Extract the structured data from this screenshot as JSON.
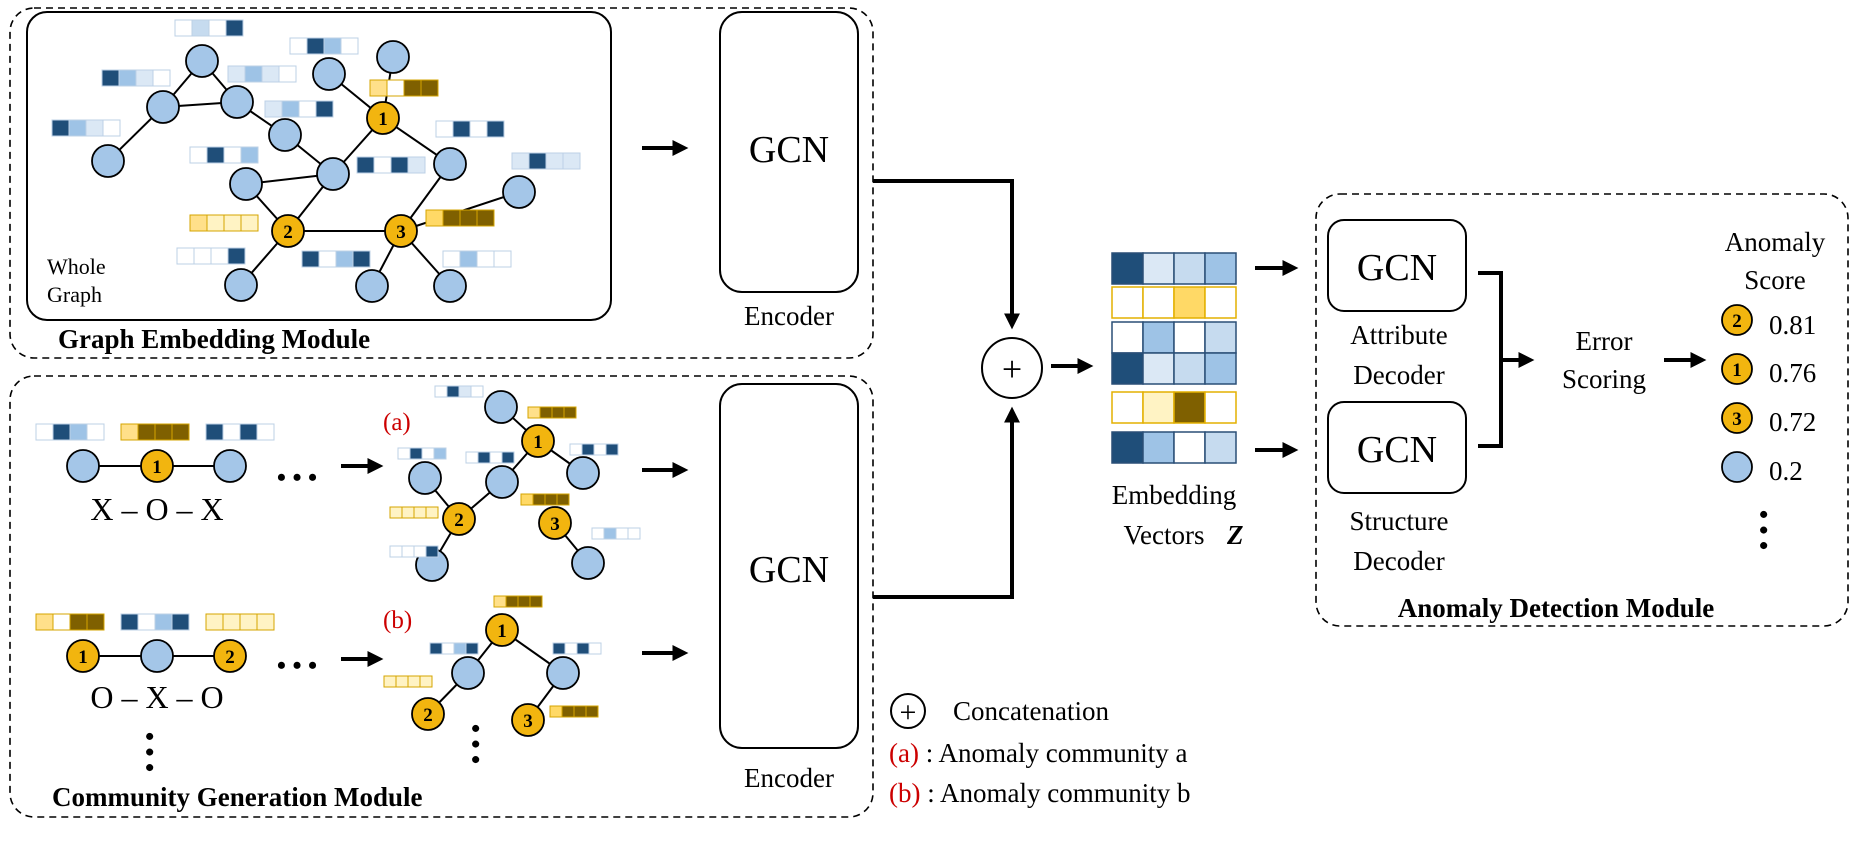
{
  "graph_module": {
    "title": "Graph Embedding Module",
    "whole_graph_line1": "Whole",
    "whole_graph_line2": "Graph"
  },
  "community_module": {
    "title": "Community Generation Module",
    "pattern_a": "X – O – X",
    "pattern_b": "O – X – O",
    "label_a": "(a)",
    "label_b": "(b)"
  },
  "encoder": {
    "gcn_label": "GCN",
    "caption": "Encoder"
  },
  "embedding": {
    "line1": "Embedding",
    "line2": "Vectors",
    "symbol": "Z"
  },
  "anomaly_module": {
    "title": "Anomaly Detection Module",
    "gcn_label": "GCN",
    "attr_line1": "Attribute",
    "attr_line2": "Decoder",
    "struct_line1": "Structure",
    "struct_line2": "Decoder",
    "error_line1": "Error",
    "error_line2": "Scoring",
    "score_line1": "Anomaly",
    "score_line2": "Score",
    "scores": [
      {
        "node": "2",
        "value": "0.81"
      },
      {
        "node": "1",
        "value": "0.76"
      },
      {
        "node": "3",
        "value": "0.72"
      },
      {
        "node": "",
        "value": "0.2"
      }
    ]
  },
  "legend": {
    "concat_symbol": "+",
    "concat": "Concatenation",
    "a_tag": "(a)",
    "a_text": " : Anomaly community a",
    "b_tag": "(b)",
    "b_text": " : Anomaly community b"
  },
  "node_labels": {
    "one": "1",
    "two": "2",
    "three": "3"
  },
  "ellipsis": "• • •",
  "colors": {
    "node_blue": "#a4c6e8",
    "node_yellow": "#f2b50f",
    "dark_navy": "#1f4e79",
    "dark_gold": "#7f6000",
    "red_label": "#cc0000"
  }
}
